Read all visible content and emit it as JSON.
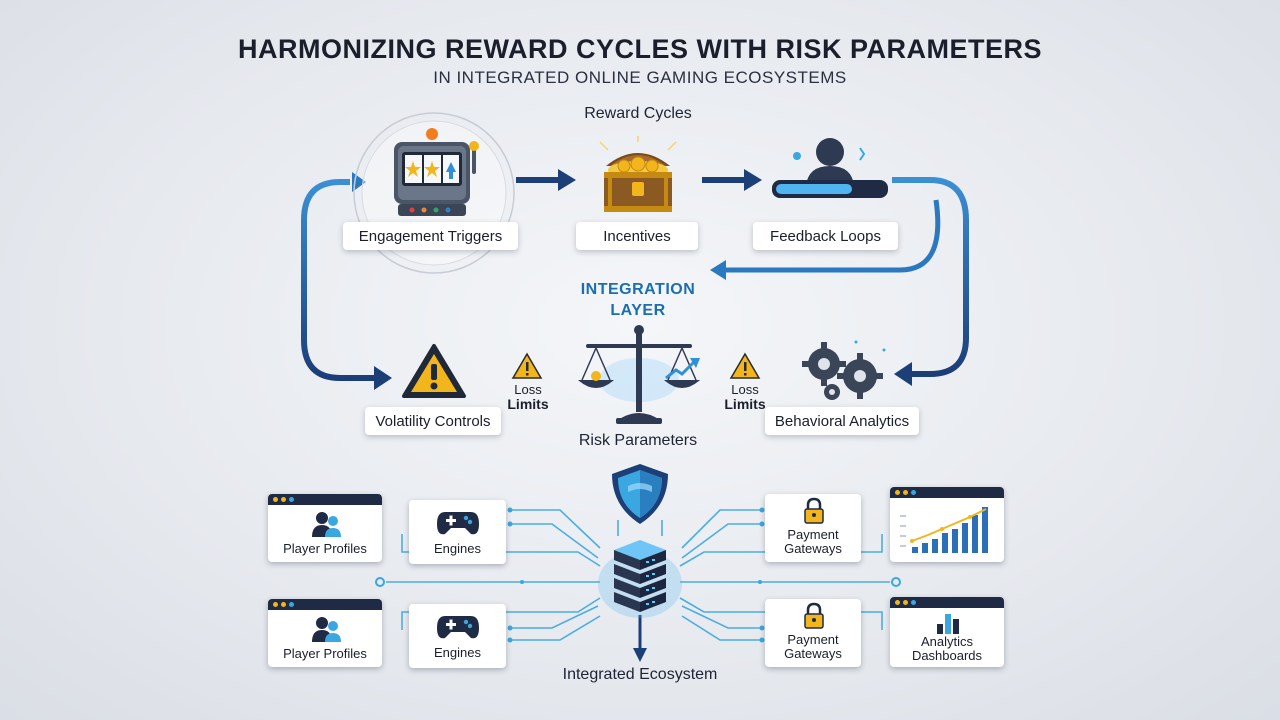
{
  "title": "HARMONIZING REWARD CYCLES WITH RISK PARAMETERS",
  "subtitle": "IN INTEGRATED ONLINE GAMING ECOSYSTEMS",
  "reward_cycles": {
    "label": "Reward Cycles",
    "nodes": [
      {
        "label": "Engagement Triggers",
        "icon": "slot-machine-icon"
      },
      {
        "label": "Incentives",
        "icon": "treasure-chest-icon"
      },
      {
        "label": "Feedback Loops",
        "icon": "user-progress-icon"
      }
    ]
  },
  "integration_layer": {
    "line1": "INTEGRATION",
    "line2": "LAYER"
  },
  "risk_parameters": {
    "label": "Risk Parameters",
    "loss_limit_left": {
      "line1": "Loss",
      "line2": "Limits"
    },
    "loss_limit_right": {
      "line1": "Loss",
      "line2": "Limits"
    },
    "nodes": [
      {
        "label": "Volatility Controls",
        "icon": "warning-icon"
      },
      {
        "label": "Behavioral Analytics",
        "icon": "gears-icon"
      }
    ]
  },
  "ecosystem": {
    "label": "Integrated Ecosystem",
    "left_windows": [
      {
        "label": "Player Profiles",
        "icon": "users-icon"
      },
      {
        "label": "Player Profiles",
        "icon": "users-icon"
      }
    ],
    "left_boxes": [
      {
        "label": "Engines",
        "icon": "gamepad-icon"
      },
      {
        "label": "Engines",
        "icon": "gamepad-icon"
      }
    ],
    "right_boxes": [
      {
        "line1": "Payment",
        "line2": "Gateways",
        "icon": "lock-icon"
      },
      {
        "line1": "Payment",
        "line2": "Gateways",
        "icon": "lock-icon"
      }
    ],
    "right_windows": [
      {
        "label": "",
        "icon": "bar-chart-icon"
      },
      {
        "line1": "Analytics",
        "line2": "Dashboards",
        "icon": "bar-chart-icon"
      }
    ]
  },
  "colors": {
    "arrow_dark": "#1d3f78",
    "arrow_light": "#2f78c2",
    "accent": "#1a6fb0",
    "warning": "#f2b51c",
    "gold": "#e0a521",
    "circuit": "#3aa7e0"
  }
}
